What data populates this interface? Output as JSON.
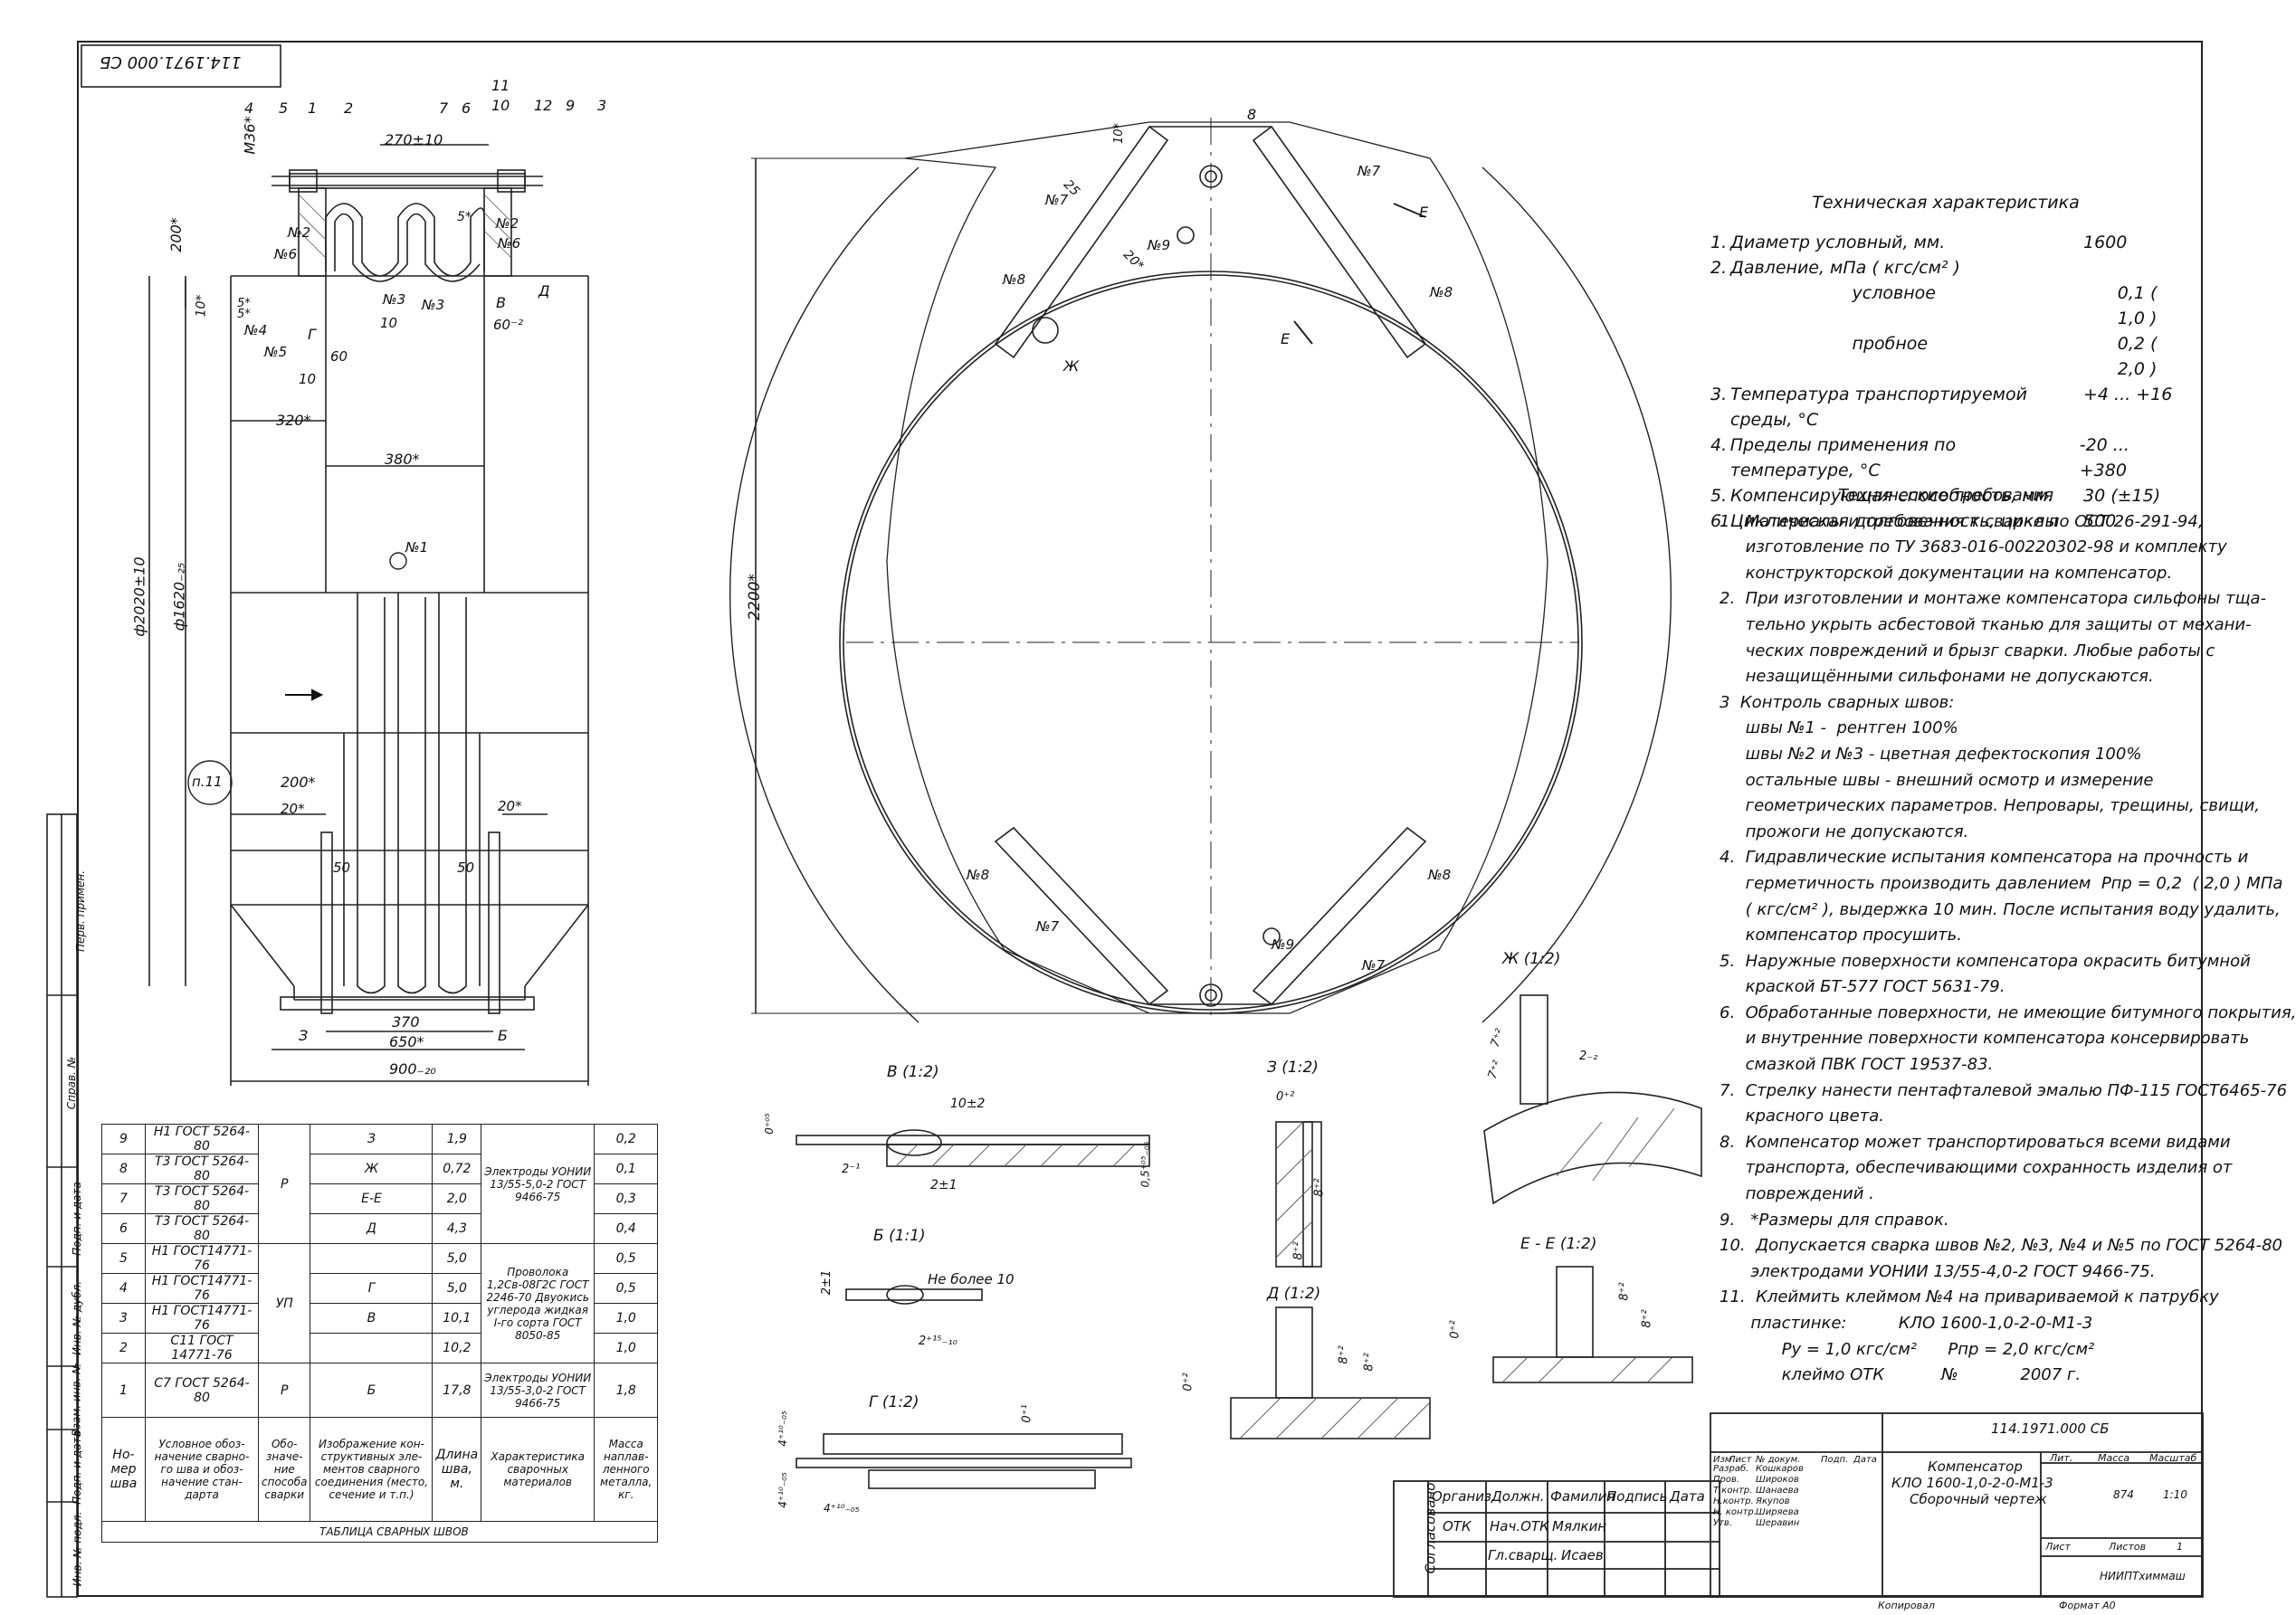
{
  "stamp_top": "114.1971.000 СБ",
  "side_labels": [
    "Перв. примен.",
    "Справ. №",
    "Подп. и дата",
    "Инв. № дубл.",
    "Взам. инв. №",
    "Подп. и дата",
    "Инв. № подл."
  ],
  "main_view": {
    "callouts": [
      "4",
      "5",
      "1",
      "2",
      "7",
      "6",
      "11",
      "10",
      "12",
      "9",
      "3"
    ],
    "dims": {
      "m36": "М36*",
      "d270": "270±10",
      "d200_top": "200*",
      "d10": "10*",
      "d5a": "5*",
      "d5b": "5*",
      "d5c": "5*",
      "d10b": "10",
      "d60a": "60",
      "d10c": "10",
      "d60b": "60⁻²",
      "d320": "320*",
      "d380": "380*",
      "dia2020": "ф2020±10",
      "dia1620": "ф1620₋₂₅",
      "d200b": "200*",
      "d20a": "20*",
      "d20b": "20*",
      "d50a": "50",
      "d50b": "50",
      "d370": "370",
      "d650": "650*",
      "d900": "900₋₂₀",
      "p11": "п.11"
    },
    "welds": [
      "№2",
      "№6",
      "№4",
      "№5",
      "№3",
      "№3",
      "№2",
      "№6",
      "№1"
    ],
    "letters": [
      "Г",
      "В",
      "Д",
      "З",
      "Б"
    ]
  },
  "plan_view": {
    "dim_height": "2200*",
    "dims_small": [
      "10*",
      "25",
      "20*"
    ],
    "welds": [
      "№7",
      "№9",
      "№8",
      "№7",
      "№8",
      "№8",
      "№7",
      "№9",
      "№8",
      "№7"
    ],
    "callout": "8",
    "letters": [
      "Е",
      "Е",
      "Ж"
    ]
  },
  "tech_char": {
    "title": "Техническая характеристика",
    "items": [
      {
        "n": "1.",
        "label": "Диаметр условный, мм.",
        "value": "1600"
      },
      {
        "n": "2.",
        "label": "Давление, мПа ( кгс/см² )",
        "value": ""
      },
      {
        "n": "",
        "label": "условное",
        "value": "0,1 ( 1,0 )"
      },
      {
        "n": "",
        "label": "пробное",
        "value": "0,2 ( 2,0 )"
      },
      {
        "n": "3.",
        "label": "Температура транспортируемой среды, °С",
        "value": "+4 ... +16"
      },
      {
        "n": "4.",
        "label": "Пределы применения по температуре, °С",
        "value": "-20 ... +380"
      },
      {
        "n": "5.",
        "label": "Компенсирующая способность, мм.",
        "value": "30 (±15)"
      },
      {
        "n": "6.",
        "label": "Циклическая долговечность, циклы",
        "value": "500"
      }
    ]
  },
  "tech_req": {
    "title": "Технические требования",
    "lines": [
      "1.  Материалы и требования к сварке по ОСТ 26-291-94,",
      "     изготовление по ТУ 3683-016-00220302-98 и комплекту",
      "     конструкторской документации на компенсатор.",
      "2.  При изготовлении и монтаже компенсатора сильфоны тща-",
      "     тельно укрыть асбестовой тканью для защиты от механи-",
      "     ческих повреждений и брызг сварки. Любые работы с",
      "     незащищёнными сильфонами не допускаются.",
      "3  Контроль сварных швов:",
      "     швы №1 -  рентген 100%",
      "     швы №2 и №3 - цветная дефектоскопия 100%",
      "     остальные швы - внешний осмотр и измерение",
      "     геометрических параметров. Непровары, трещины, свищи,",
      "     прожоги не допускаются.",
      "4.  Гидравлические испытания компенсатора на прочность и",
      "     герметичность производить давлением  Рпр = 0,2  ( 2,0 ) МПа",
      "     ( кгс/см² ), выдержка 10 мин. После испытания воду удалить,",
      "     компенсатор просушить.",
      "5.  Наружные поверхности компенсатора окрасить битумной",
      "     краской БТ-577 ГОСТ 5631-79.",
      "6.  Обработанные поверхности, не имеющие битумного покрытия,",
      "     и внутренние поверхности компенсатора консервировать",
      "     смазкой ПВК ГОСТ 19537-83.",
      "7.  Стрелку нанести пентафталевой эмалью ПФ-115 ГОСТ6465-76",
      "     красного цвета.",
      "8.  Компенсатор может транспортироваться всеми видами",
      "     транспорта, обеспечивающими сохранность изделия от",
      "     повреждений .",
      "9.   *Размеры для справок.",
      "10.  Допускается сварка швов №2, №3, №4 и №5 по ГОСТ 5264-80",
      "      электродами УОНИИ 13/55-4,0-2 ГОСТ 9466-75.",
      "11.  Клеймить клеймом №4 на привариваемой к патрубку",
      "      пластинке:          КЛО 1600-1,0-2-0-М1-3",
      "            Ру = 1,0 кгс/см²      Рпр = 2,0 кгс/см²",
      "            клеймо ОТК           №            2007 г."
    ]
  },
  "details": [
    {
      "title": "В (1:2)",
      "dims": [
        "10±2",
        "0⁺⁰⁵",
        "2⁻¹",
        "2±1",
        "0,5⁺⁰⁵₋₀₅"
      ]
    },
    {
      "title": "Б (1:1)",
      "dims": [
        "Не более 10",
        "2±1",
        "2⁺¹⁵₋₁₀"
      ]
    },
    {
      "title": "Г (1:2)",
      "dims": [
        "4⁺¹⁰₋₀₅",
        "0⁺¹",
        "4⁺¹⁰₋₀₅",
        "4⁺¹⁰₋₀₅"
      ]
    },
    {
      "title": "З (1:2)",
      "dims": [
        "0⁺²",
        "8⁺²",
        "8⁺²"
      ]
    },
    {
      "title": "Д (1:2)",
      "dims": [
        "0⁺²",
        "8⁺²",
        "8⁺²"
      ]
    },
    {
      "title": "Е - Е (1:2)",
      "dims": [
        "8⁺²",
        "8⁺²",
        "0⁺²"
      ]
    },
    {
      "title": "Ж (1:2)",
      "dims": [
        "7⁺²",
        "7⁺²",
        "2₋₂"
      ]
    }
  ],
  "weld_table": {
    "title": "ТАБЛИЦА  СВАРНЫХ  ШВОВ",
    "header": [
      "Но-мер шва",
      "Условное обоз-начение сварно-го шва и обоз-начение стан-дарта",
      "Обо-значе-ние способа сварки",
      "Изображение кон-структивных эле-ментов сварного соединения (место, сечение и т.п.)",
      "Длина шва, м.",
      "Характеристика сварочных материалов",
      "Масса наплав-ленного металла, кг."
    ],
    "rows": [
      {
        "n": "9",
        "std": "Н1 ГОСТ 5264-80",
        "img": "З",
        "len": "1,9",
        "mass": "0,2"
      },
      {
        "n": "8",
        "std": "Т3 ГОСТ 5264-80",
        "img": "Ж",
        "len": "0,72",
        "mass": "0,1"
      },
      {
        "n": "7",
        "std": "Т3 ГОСТ 5264-80",
        "img": "Е-Е",
        "len": "2,0",
        "mass": "0,3"
      },
      {
        "n": "6",
        "std": "Т3 ГОСТ 5264-80",
        "img": "Д",
        "len": "4,3",
        "mass": "0,4"
      },
      {
        "n": "5",
        "std": "Н1 ГОСТ14771-76",
        "img": "",
        "len": "5,0",
        "mass": "0,5"
      },
      {
        "n": "4",
        "std": "Н1 ГОСТ14771-76",
        "img": "Г",
        "len": "5,0",
        "mass": "0,5"
      },
      {
        "n": "3",
        "std": "Н1 ГОСТ14771-76",
        "img": "В",
        "len": "10,1",
        "mass": "1,0"
      },
      {
        "n": "2",
        "std": "С11 ГОСТ 14771-76",
        "img": "",
        "len": "10,2",
        "mass": "1,0"
      },
      {
        "n": "1",
        "std": "С7 ГОСТ 5264-80",
        "img": "Б",
        "len": "17,8",
        "mass": "1,8"
      }
    ],
    "method_r1": "Р",
    "method_up": "УП",
    "method_r2": "Р",
    "mat1": "Электроды УОНИИ 13/55-5,0-2 ГОСТ 9466-75",
    "mat2": "Проволока 1,2Св-08Г2С ГОСТ 2246-70 Двуокись углерода жидкая I-го сорта ГОСТ 8050-85",
    "mat3": "Электроды УОНИИ 13/55-3,0-2 ГОСТ 9466-75"
  },
  "approval": {
    "side": "Согласовано",
    "header": [
      "Организ.",
      "Должн.",
      "Фамилия",
      "Подпись",
      "Дата"
    ],
    "rows": [
      [
        "ОТК",
        "Нач.ОТК",
        "Мялкин"
      ],
      [
        "",
        "Гл.сварщ.",
        "Исаев"
      ]
    ]
  },
  "title_block": {
    "code": "114.1971.000 СБ",
    "name1": "Компенсатор",
    "name2": "КЛО 1600-1,0-2-0-М1-3",
    "name3": "Сборочный чертеж",
    "h_cols": [
      "Изм",
      "Лист",
      "№ докум.",
      "Подп.",
      "Дата"
    ],
    "roles": [
      [
        "Разраб.",
        "Кошкаров"
      ],
      [
        "Пров.",
        "Широков"
      ],
      [
        "Т.контр.",
        "Шанаева"
      ],
      [
        "Н.контр.",
        "Якупов"
      ],
      [
        "Н. контр.",
        "Ширяева"
      ],
      [
        "Утв.",
        "Шеравин"
      ]
    ],
    "lit": "Лит.",
    "mass_h": "Масса",
    "scale_h": "Масштаб",
    "mass": "874",
    "scale": "1:10",
    "sheet": "Лист",
    "sheets": "Листов",
    "sheets_n": "1",
    "org": "НИИПТхиммаш",
    "copied": "Копировал",
    "format": "Формат А0"
  }
}
